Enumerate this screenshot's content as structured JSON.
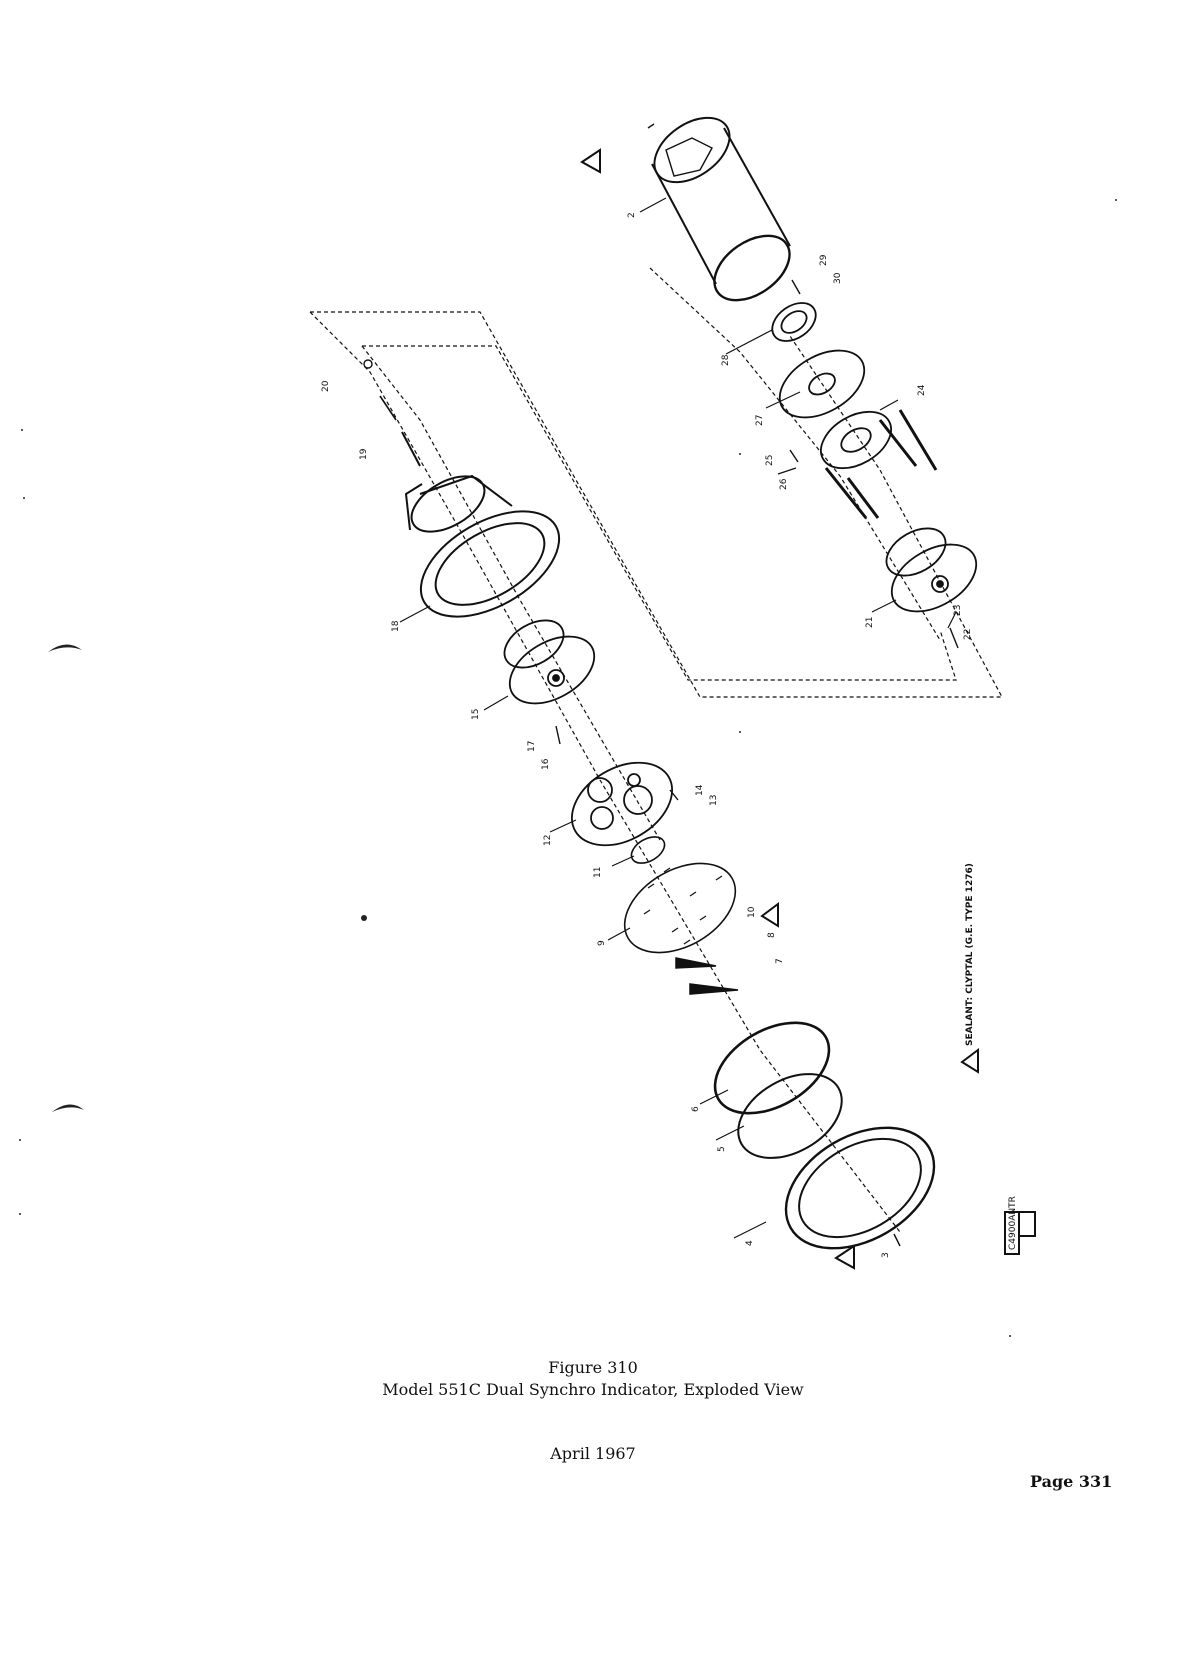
{
  "drawing": {
    "part_numbers": [
      "2",
      "3",
      "4",
      "5",
      "6",
      "7",
      "8",
      "9",
      "10",
      "11",
      "12",
      "13",
      "14",
      "15",
      "16",
      "17",
      "18",
      "19",
      "20",
      "21",
      "22",
      "23",
      "24",
      "25",
      "26",
      "27",
      "28",
      "29",
      "30"
    ],
    "sealant_note": "SEALANT: CLYPTAL (G.E. TYPE 1276)",
    "stamp_code": "C4900ANTR"
  },
  "caption": {
    "figure_number": "Figure 310",
    "figure_title": "Model 551C Dual Synchro Indicator, Exploded View",
    "date": "April 1967"
  },
  "footer": {
    "page": "Page 331"
  }
}
